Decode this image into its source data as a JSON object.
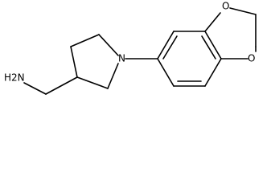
{
  "molecule": {
    "labels": {
      "amine": "H2N",
      "ring_nitrogen": "N",
      "oxygen_top": "O",
      "oxygen_bottom": "O"
    }
  }
}
